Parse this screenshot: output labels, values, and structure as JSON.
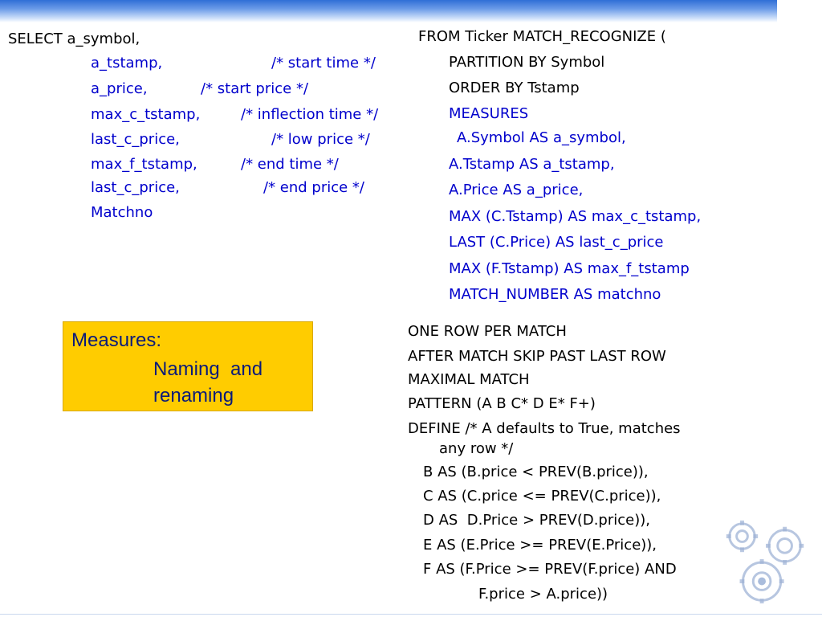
{
  "select": {
    "head": "SELECT a_symbol,",
    "rows": [
      {
        "field": "a_tstamp,",
        "comment": "/* start time */"
      },
      {
        "field": "a_price,",
        "comment": "/* start price */"
      },
      {
        "field": "max_c_tstamp,",
        "comment": "/* inflection time */"
      },
      {
        "field": "last_c_price,",
        "comment": "/* low price */"
      },
      {
        "field": "max_f_tstamp,",
        "comment": "/* end time */"
      },
      {
        "field": "last_c_price,",
        "comment": "/* end price */"
      },
      {
        "field": "Matchno",
        "comment": ""
      }
    ]
  },
  "from": {
    "head": "FROM Ticker MATCH_RECOGNIZE (",
    "partition": "PARTITION BY Symbol",
    "order": "ORDER BY Tstamp",
    "measures_head": "MEASURES",
    "measures": [
      "A.Symbol AS a_symbol,",
      "A.Tstamp AS a_tstamp,",
      "A.Price AS a_price,",
      "MAX (C.Tstamp) AS max_c_tstamp,",
      "LAST (C.Price) AS last_c_price",
      "MAX (F.Tstamp) AS max_f_tstamp",
      "MATCH_NUMBER AS matchno"
    ]
  },
  "rules": [
    "ONE ROW PER MATCH",
    "AFTER MATCH SKIP PAST LAST ROW",
    "MAXIMAL MATCH",
    "PATTERN (A B C* D E* F+)",
    "DEFINE /* A defaults to True, matches",
    "any row */",
    "B AS (B.price < PREV(B.price)),",
    "C AS (C.price <= PREV(C.price)),",
    "D AS  D.Price > PREV(D.price)),",
    "E AS (E.Price >= PREV(E.Price)),",
    "F AS (F.Price >= PREV(F.price) AND",
    "F.price > A.price))"
  ],
  "callout": {
    "title": "Measures:",
    "line1": "Naming  and",
    "line2": "renaming"
  },
  "colors": {
    "code_blue": "#0000cc",
    "callout_bg": "#ffcc00",
    "callout_text": "#0a1a7a",
    "header_bar": "#2f6fd6"
  },
  "icons": {
    "logo": "gear-logo-icon"
  }
}
